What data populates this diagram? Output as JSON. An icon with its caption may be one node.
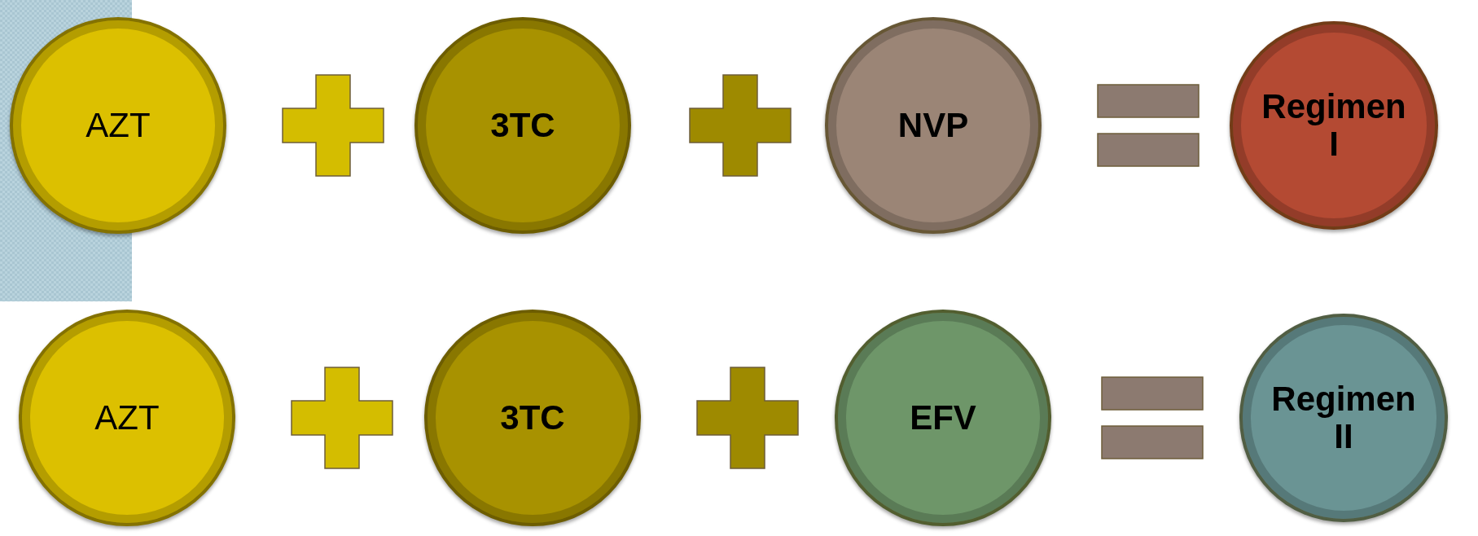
{
  "diagram": {
    "nodes": [
      {
        "text": [
          "AZT"
        ]
      },
      {
        "text": [
          "3TC"
        ]
      },
      {
        "text": [
          "NVP"
        ]
      },
      {
        "text": [
          "Regimen I"
        ]
      },
      {
        "text": [
          "AZT"
        ]
      },
      {
        "text": [
          "3TC"
        ]
      },
      {
        "text": [
          "EFV"
        ]
      },
      {
        "text": [
          "Regimen II"
        ]
      }
    ]
  }
}
